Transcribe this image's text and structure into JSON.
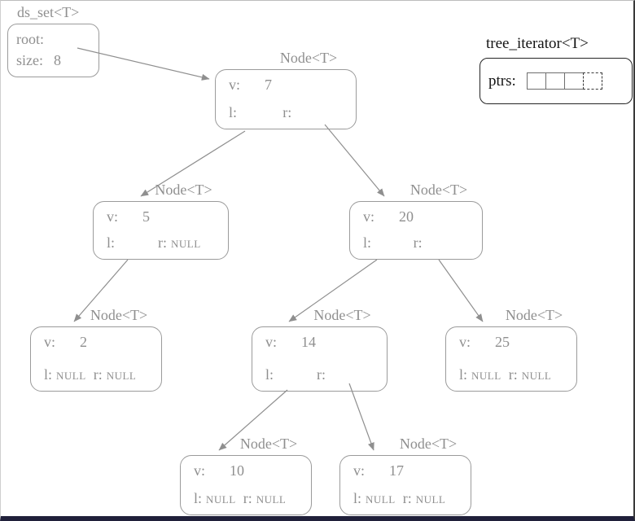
{
  "colors": {
    "gray": "#8f8f8f",
    "black": "#141414",
    "bottom_bar": "#20203a"
  },
  "ds_set": {
    "title": "ds_set<T>",
    "root_label": "root:",
    "size_label": "size:",
    "size_value": "8"
  },
  "iterator": {
    "title": "tree_iterator<T>",
    "ptrs_label": "ptrs:",
    "cell_count": 4,
    "last_cell_style": "dashed"
  },
  "nodes": [
    {
      "id": "7",
      "title": "Node<T>",
      "v_label": "v:",
      "value": "7",
      "l_label": "l:",
      "l_value": "",
      "r_label": "r:",
      "r_value": ""
    },
    {
      "id": "5",
      "title": "Node<T>",
      "v_label": "v:",
      "value": "5",
      "l_label": "l:",
      "l_value": "",
      "r_label": "r:",
      "r_value": "NULL"
    },
    {
      "id": "20",
      "title": "Node<T>",
      "v_label": "v:",
      "value": "20",
      "l_label": "l:",
      "l_value": "",
      "r_label": "r:",
      "r_value": ""
    },
    {
      "id": "2",
      "title": "Node<T>",
      "v_label": "v:",
      "value": "2",
      "l_label": "l:",
      "l_value": "NULL",
      "r_label": "r:",
      "r_value": "NULL"
    },
    {
      "id": "14",
      "title": "Node<T>",
      "v_label": "v:",
      "value": "14",
      "l_label": "l:",
      "l_value": "",
      "r_label": "r:",
      "r_value": ""
    },
    {
      "id": "25",
      "title": "Node<T>",
      "v_label": "v:",
      "value": "25",
      "l_label": "l:",
      "l_value": "NULL",
      "r_label": "r:",
      "r_value": "NULL"
    },
    {
      "id": "10",
      "title": "Node<T>",
      "v_label": "v:",
      "value": "10",
      "l_label": "l:",
      "l_value": "NULL",
      "r_label": "r:",
      "r_value": "NULL"
    },
    {
      "id": "17",
      "title": "Node<T>",
      "v_label": "v:",
      "value": "17",
      "l_label": "l:",
      "l_value": "NULL",
      "r_label": "r:",
      "r_value": "NULL"
    }
  ],
  "edges": [
    {
      "from": "root",
      "pointer": "root",
      "to": "7"
    },
    {
      "from": "7",
      "pointer": "l",
      "to": "5"
    },
    {
      "from": "7",
      "pointer": "r",
      "to": "20"
    },
    {
      "from": "5",
      "pointer": "l",
      "to": "2"
    },
    {
      "from": "20",
      "pointer": "l",
      "to": "14"
    },
    {
      "from": "20",
      "pointer": "r",
      "to": "25"
    },
    {
      "from": "14",
      "pointer": "l",
      "to": "10"
    },
    {
      "from": "14",
      "pointer": "r",
      "to": "17"
    }
  ]
}
